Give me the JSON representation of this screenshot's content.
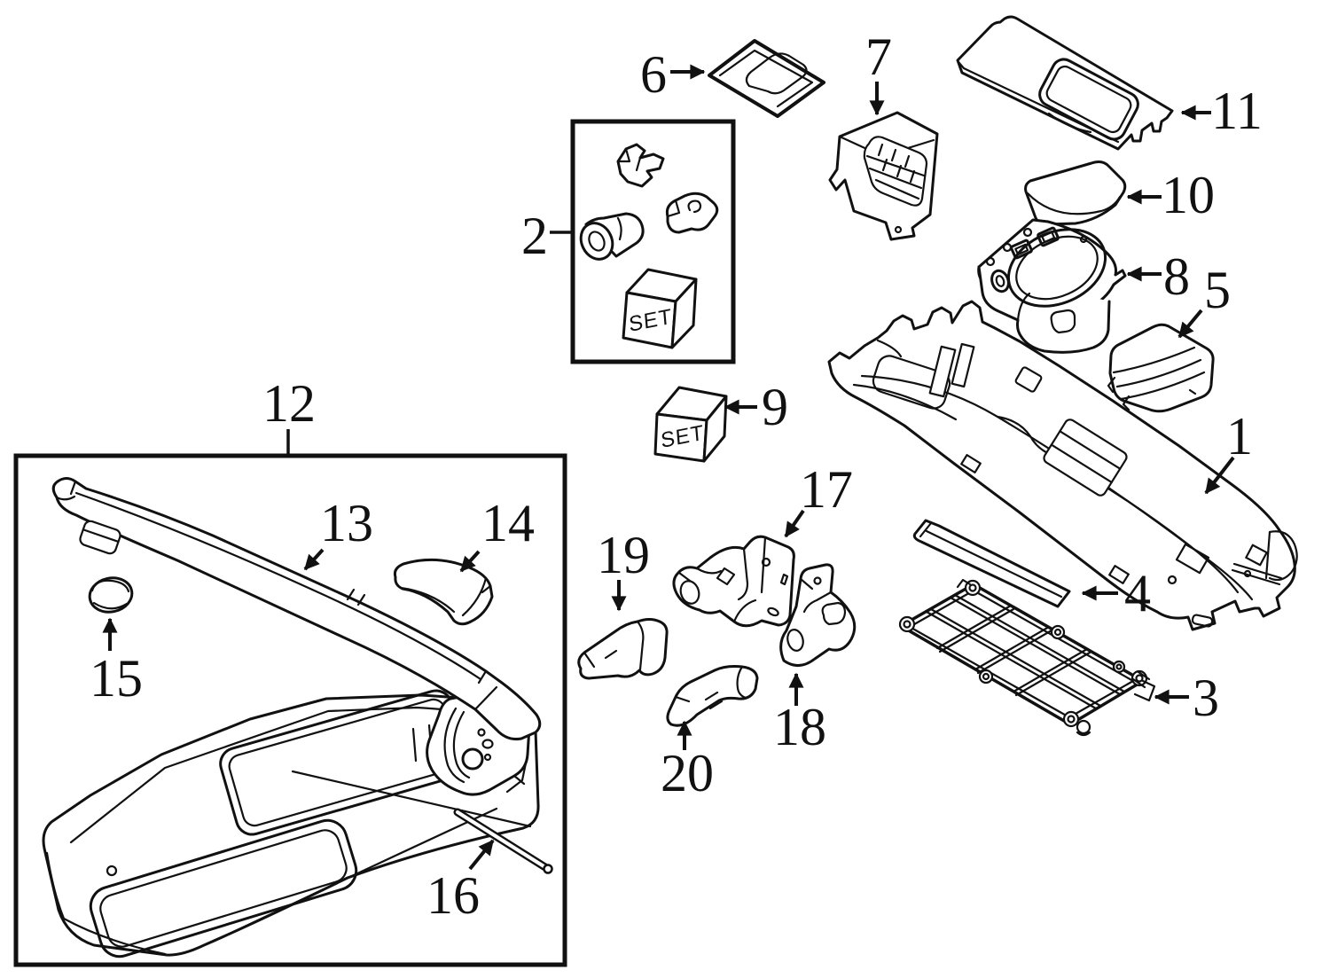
{
  "diagram": {
    "description": "Exploded parts diagram of a vehicle center console and armrest assembly",
    "background_color": "#ffffff",
    "line_color": "#111111",
    "callouts": [
      {
        "part_number": "1"
      },
      {
        "part_number": "2"
      },
      {
        "part_number": "3"
      },
      {
        "part_number": "4"
      },
      {
        "part_number": "5"
      },
      {
        "part_number": "6"
      },
      {
        "part_number": "7"
      },
      {
        "part_number": "8"
      },
      {
        "part_number": "9"
      },
      {
        "part_number": "10"
      },
      {
        "part_number": "11"
      },
      {
        "part_number": "12"
      },
      {
        "part_number": "13"
      },
      {
        "part_number": "14"
      },
      {
        "part_number": "15"
      },
      {
        "part_number": "16"
      },
      {
        "part_number": "17"
      },
      {
        "part_number": "18"
      },
      {
        "part_number": "19"
      },
      {
        "part_number": "20"
      }
    ],
    "kit_labels": [
      {
        "text": "SET"
      },
      {
        "text": "SET"
      }
    ]
  }
}
